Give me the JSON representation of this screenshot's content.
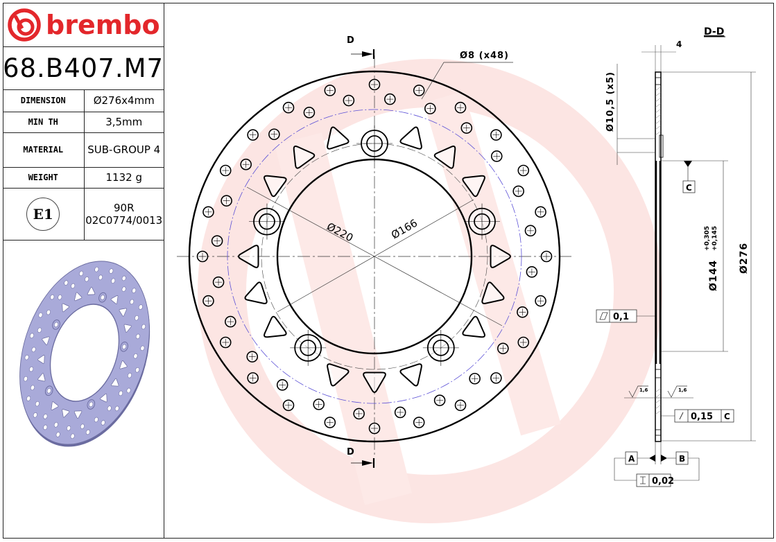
{
  "brand": {
    "name": "brembo",
    "color": "#e3272b",
    "logo_icon": "brembo-disc-logo-icon"
  },
  "part_number": "68.B407.M7",
  "specs": [
    {
      "key": "DIMENSION",
      "value": "Ø276x4mm"
    },
    {
      "key": "MIN TH",
      "value": "3,5mm"
    },
    {
      "key": "MATERIAL",
      "value": "SUB-GROUP 4"
    },
    {
      "key": "WEIGHT",
      "value": "1132 g"
    }
  ],
  "homologation": {
    "badge": "E1",
    "line1": "90R",
    "line2": "02C0774/0013"
  },
  "render_3d": {
    "fill_color": "#a9aad9",
    "edge_color": "#6b6ca0"
  },
  "front_view": {
    "section_marker": "D",
    "hole_callout": "Ø8 (x48)",
    "dim_220": "Ø220",
    "dim_166": "Ø166",
    "outer_holes_count": 48,
    "bolt_holes_count": 5,
    "slots_count": 15,
    "pcd_line_color": "#5a4fd6"
  },
  "section_view": {
    "title": "D-D",
    "thickness": "4",
    "bolt_hole_dim": "Ø10,5 (x5)",
    "datum_c": "C",
    "inner_dim": "Ø144",
    "inner_tol_upper": "+0,305",
    "inner_tol_lower": "+0,145",
    "outer_dim": "Ø276",
    "flatness_symbol": "flatness-icon",
    "flatness_value": "0,1",
    "roughness_left": "1,6",
    "roughness_right": "1,6",
    "runout_symbol": "runout-icon",
    "runout_value": "0,15",
    "runout_datum": "C",
    "datum_a": "A",
    "datum_b": "B",
    "parallel_symbol": "thickness-variation-icon",
    "parallel_value": "0,02"
  },
  "watermark": {
    "color": "#fbe3e1"
  }
}
